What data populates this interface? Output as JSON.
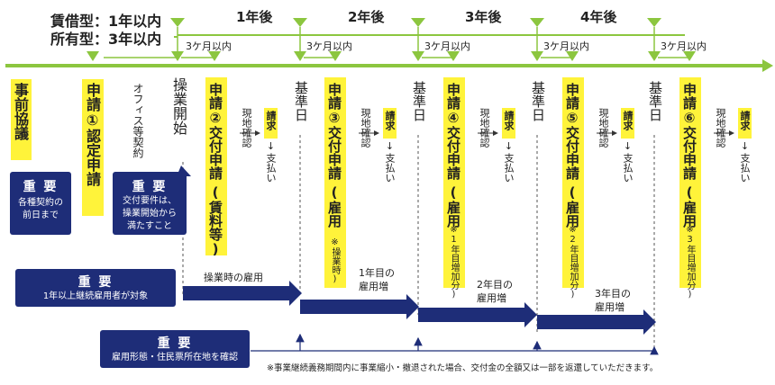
{
  "header": {
    "lease_label": "賃借型：1年以内",
    "own_label": "所有型：3年以内",
    "years": [
      "1年後",
      "2年後",
      "3年後",
      "4年後"
    ],
    "three_months": "3ケ月以内"
  },
  "steps": {
    "pre": "事前協議",
    "app1": "申請①認定申請",
    "office": "オフィス等契約",
    "start": "操業開始",
    "app2_main": "申請②交付申請",
    "app2_sub": "(賃料等)",
    "visit": "現地確認",
    "claim": "請求",
    "pay": "支払い",
    "arrow": "↓",
    "base": "基準日",
    "app3_main": "申請③交付申請",
    "app3_sub": "(雇用",
    "app3_note": "※操業時)",
    "app4_main": "申請④交付申請",
    "app4_sub": "(雇用",
    "app4_note": "※1年目増加分)",
    "app5_main": "申請⑤交付申請",
    "app5_sub": "(雇用",
    "app5_note": "※2年目増加分)",
    "app6_main": "申請⑥交付申請",
    "app6_sub": "(雇用",
    "app6_note": "※3年目増加分)"
  },
  "notes": {
    "important": "重 要",
    "note1": "各種契約の前日まで",
    "note2_l1": "交付要件は、",
    "note2_l2": "操業開始から",
    "note2_l3": "満たすこと",
    "note3": "1年以上継続雇用者が対象",
    "note4": "雇用形態・住民票所在地を確認"
  },
  "employment": {
    "e0": "操業時の雇用",
    "e1_l1": "1年目の",
    "e1_l2": "雇用増",
    "e2_l1": "2年目の",
    "e2_l2": "雇用増",
    "e3_l1": "3年目の",
    "e3_l2": "雇用増"
  },
  "footnote": "※事業継続義務期間内に事業縮小・撤退された場合、交付金の全額又は一部を返還していただきます。",
  "colors": {
    "green": "#8cc63f",
    "yellow": "#fff33a",
    "navy": "#1e2d78"
  }
}
